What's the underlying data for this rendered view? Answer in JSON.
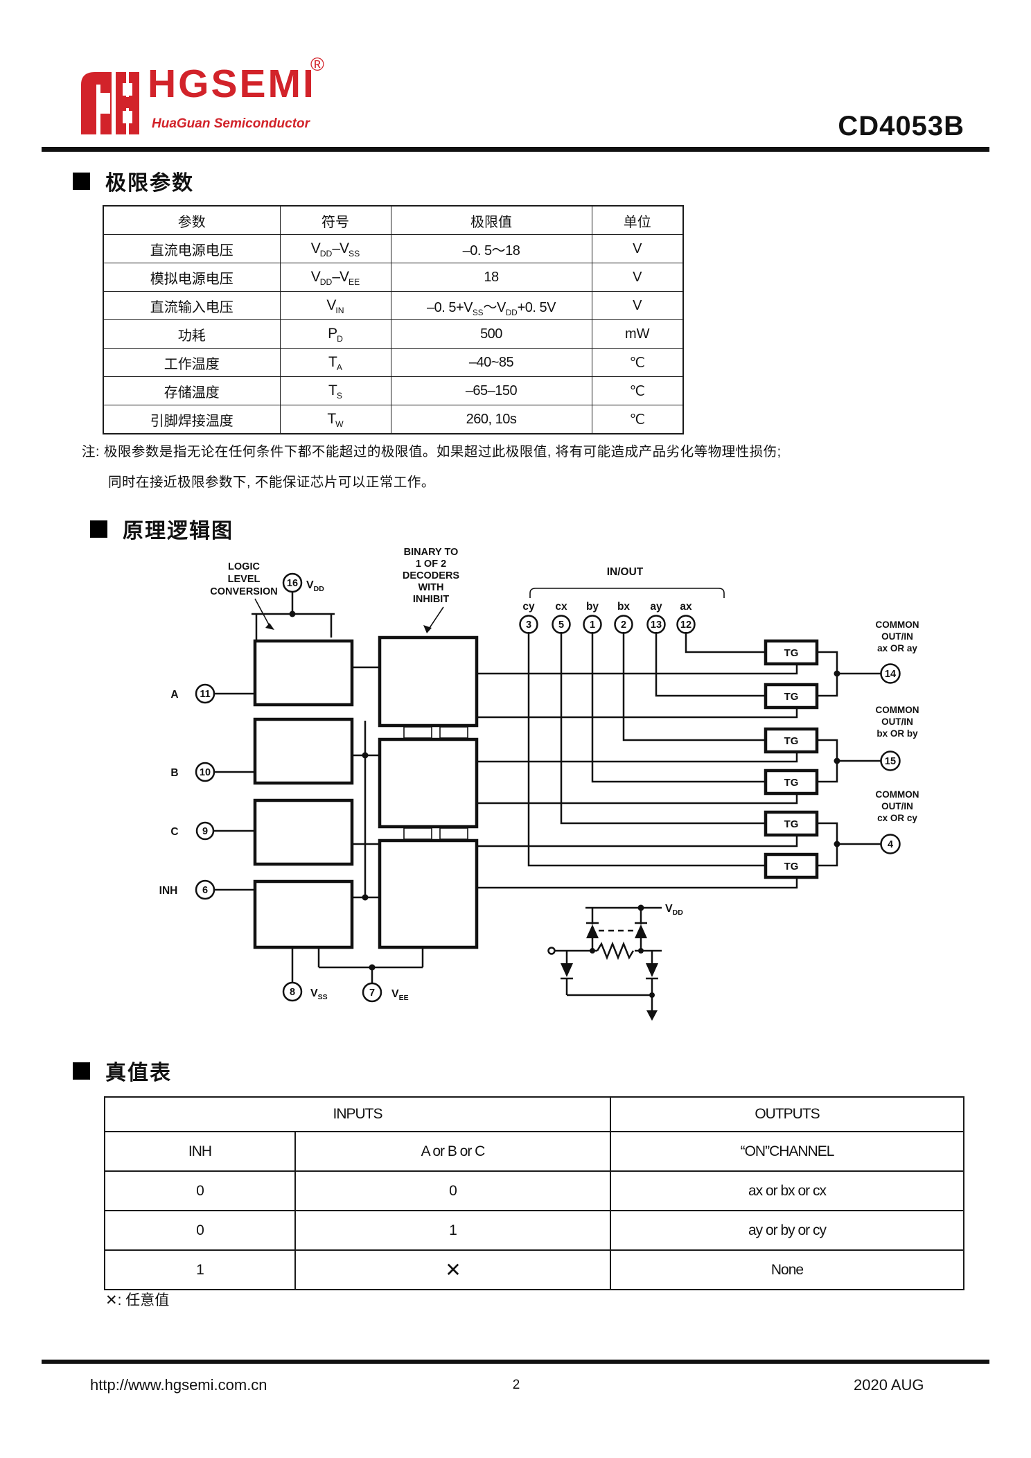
{
  "header": {
    "brand": "HGSEMI",
    "registered": "®",
    "tagline": "HuaGuan Semiconductor",
    "part_number": "CD4053B"
  },
  "sections": {
    "limits_title": "极限参数",
    "diagram_title": "原理逻辑图",
    "truth_title": "真值表"
  },
  "limits_table": {
    "headers": [
      "参数",
      "符号",
      "极限值",
      "单位"
    ],
    "rows": [
      {
        "param": "直流电源电压",
        "symbol": "V|DD|–V|SS|",
        "value": "–0. 5～18",
        "unit": "V"
      },
      {
        "param": "模拟电源电压",
        "symbol": "V|DD|–V|EE|",
        "value": "18",
        "unit": "V"
      },
      {
        "param": "直流输入电压",
        "symbol": "V|IN|",
        "value": "–0. 5+V|SS|～V|DD|+0. 5V",
        "unit": "V"
      },
      {
        "param": "功耗",
        "symbol": "P|D|",
        "value": "500",
        "unit": "mW"
      },
      {
        "param": "工作温度",
        "symbol": "T|A|",
        "value": "–40~85",
        "unit": "℃"
      },
      {
        "param": "存储温度",
        "symbol": "T|S|",
        "value": "–65–150",
        "unit": "℃"
      },
      {
        "param": "引脚焊接温度",
        "symbol": "T|W|",
        "value": "260, 10s",
        "unit": "℃"
      }
    ],
    "note_line1": "注: 极限参数是指无论在任何条件下都不能超过的极限值。如果超过此极限值, 将有可能造成产品劣化等物理性损伤;",
    "note_line2": "同时在接近极限参数下, 不能保证芯片可以正常工作。"
  },
  "diagram": {
    "labels": {
      "logic_level": [
        "LOGIC",
        "LEVEL",
        "CONVERSION"
      ],
      "decoder": [
        "BINARY TO",
        "1 OF 2",
        "DECODERS",
        "WITH",
        "INHIBIT"
      ],
      "inout": "IN/OUT",
      "tg": "TG"
    },
    "inout_pins": [
      {
        "name": "cy",
        "num": "3"
      },
      {
        "name": "cx",
        "num": "5"
      },
      {
        "name": "by",
        "num": "1"
      },
      {
        "name": "bx",
        "num": "2"
      },
      {
        "name": "ay",
        "num": "13"
      },
      {
        "name": "ax",
        "num": "12"
      }
    ],
    "input_pins": [
      {
        "name": "A",
        "num": "11"
      },
      {
        "name": "B",
        "num": "10"
      },
      {
        "name": "C",
        "num": "9"
      },
      {
        "name": "INH",
        "num": "6"
      }
    ],
    "power_pins": {
      "vdd": {
        "num": "16",
        "base": "V",
        "sub": "DD"
      },
      "vss": {
        "num": "8",
        "base": "V",
        "sub": "SS"
      },
      "vee": {
        "num": "7",
        "base": "V",
        "sub": "EE"
      }
    },
    "common_outputs": [
      {
        "l1": "COMMON",
        "l2": "OUT/IN",
        "l3": "ax OR ay",
        "num": "14"
      },
      {
        "l1": "COMMON",
        "l2": "OUT/IN",
        "l3": "bx OR by",
        "num": "15"
      },
      {
        "l1": "COMMON",
        "l2": "OUT/IN",
        "l3": "cx OR cy",
        "num": "4"
      }
    ],
    "protection_vdd": {
      "base": "V",
      "sub": "DD"
    }
  },
  "truth_table": {
    "group_headers": [
      "INPUTS",
      "OUTPUTS"
    ],
    "col_headers": [
      "INH",
      "A or B or C",
      "“ON”CHANNEL"
    ],
    "rows": [
      [
        "0",
        "0",
        "ax or bx or cx"
      ],
      [
        "0",
        "1",
        "ay or by or cy"
      ],
      [
        "1",
        "✕",
        "None"
      ]
    ],
    "note": "✕: 任意值"
  },
  "footer": {
    "url": "http://www.hgsemi.com.cn",
    "page": "2",
    "date": "2020 AUG"
  }
}
